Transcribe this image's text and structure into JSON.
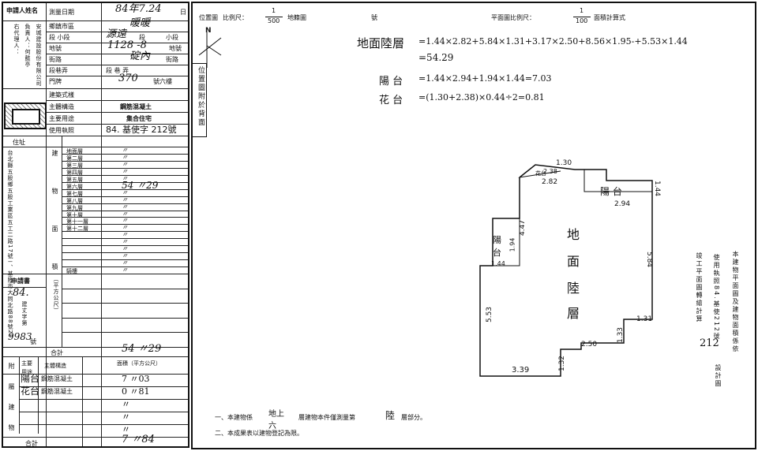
{
  "form": {
    "applicant_label": "申請人姓名",
    "date_label": "測量日期",
    "date_value": "84年7.24",
    "date_day": "日",
    "district_label": "鄉鎮市區",
    "district_value": "暖暖",
    "section_label": "段 小段",
    "section_value": "源遠",
    "section_unit": "段",
    "subsection_unit": "小段",
    "lot_label": "地號",
    "lot_value": "1128 -8",
    "lot_unit": "地號",
    "street_label": "街路",
    "street_value": "碇內",
    "street_unit": "街路",
    "lane_label": "段巷弄",
    "lane_value": "段 巷 弄",
    "door_label": "門牌",
    "door_value": "370",
    "door_unit": "號六樓",
    "company_vertical": "安城建設股份有限公司",
    "rep_vertical": "負責人：何懿亭",
    "agent_vertical": "右代理人：",
    "building_type_label": "建築式樣",
    "structure_label": "主體構造",
    "structure_value": "鋼筋混凝土",
    "use_label": "主要用途",
    "use_value": "集合住宅",
    "license_label": "使用執照",
    "license_value": "84. 基使字 212號",
    "address_label": "住址",
    "address_vertical": "台北縣五股鄉五股工業區五工二路17號ㄧ、基隆市大同北路88號2F",
    "floors_label": "建物面積",
    "floors": [
      {
        "name": "地面層",
        "value": "〃"
      },
      {
        "name": "第二層",
        "value": "〃"
      },
      {
        "name": "第三層",
        "value": "〃"
      },
      {
        "name": "第四層",
        "value": "〃"
      },
      {
        "name": "第五層",
        "value": "〃"
      },
      {
        "name": "第六層",
        "value": "54 〃29"
      },
      {
        "name": "第七層",
        "value": "〃"
      },
      {
        "name": "第八層",
        "value": "〃"
      },
      {
        "name": "第九層",
        "value": "〃"
      },
      {
        "name": "第十層",
        "value": "〃"
      },
      {
        "name": "第十一層",
        "value": "〃"
      },
      {
        "name": "第十二層",
        "value": "〃"
      },
      {
        "name": "",
        "value": "〃"
      },
      {
        "name": "",
        "value": "〃"
      },
      {
        "name": "",
        "value": "〃"
      },
      {
        "name": "",
        "value": "〃"
      },
      {
        "name": "",
        "value": "〃"
      },
      {
        "name": "騎樓",
        "value": "〃"
      }
    ],
    "unit_vertical": "（平方公尺）",
    "applicant_no_label": "申請書",
    "applicant_no_year": "84.",
    "applicant_no_type": "建丈字第",
    "applicant_no_value": "9983",
    "applicant_no_unit": "號",
    "total_label": "合計",
    "total_value": "54 〃29",
    "attached_label": "附屬建物",
    "attached_header_use": "主要用途",
    "attached_header_struct": "主體構造",
    "attached_header_area": "面積（平方公尺）",
    "attached": [
      {
        "use": "陽台",
        "struct": "鋼筋混凝土",
        "area": "7 〃03"
      },
      {
        "use": "花台",
        "struct": "鋼筋混凝土",
        "area": "0 〃81"
      },
      {
        "use": "",
        "struct": "",
        "area": "〃"
      },
      {
        "use": "",
        "struct": "",
        "area": "〃"
      },
      {
        "use": "",
        "struct": "",
        "area": "〃"
      }
    ],
    "attached_total_label": "合計",
    "attached_total_value": "7 〃84"
  },
  "header": {
    "location_label": "位置圖",
    "scale_label": "比例尺：",
    "scale_num": "1",
    "scale_den": "500",
    "scale_suffix": "地籍圖",
    "number_label": "號",
    "plan_label": "平面圖比例尺：",
    "plan_num": "1",
    "plan_den": "100",
    "plan_suffix": "面積計算式",
    "north": "N",
    "location_note": "位置圖附於背面"
  },
  "formulas": {
    "ground_label": "地面陸層",
    "ground_expr": "=1.44×2.82+5.84×1.31+3.17×2.50+8.56×1.95-+5.53×1.44",
    "ground_result": "=54.29",
    "balcony_label": "陽 台",
    "balcony_expr": "=1.44×2.94+1.94×1.44=7.03",
    "planter_label": "花 台",
    "planter_expr": "=(1.30+2.38)×0.44÷2=0.81"
  },
  "plan": {
    "dims": [
      "1.30",
      "2.38",
      "2.82",
      "1.44",
      "2.94",
      "4.47",
      "1.94",
      "1.44",
      "5.84",
      "5.53",
      "1.31",
      "1.33",
      "2.50",
      "1.32",
      "3.39"
    ],
    "floor_text": [
      "地",
      "面",
      "陸",
      "層"
    ],
    "balcony_right": "陽 台",
    "balcony_left": "陽 台",
    "planter": "花台"
  },
  "notes": {
    "note1_prefix": "一、本建物係",
    "note1_floors": "地上六",
    "note1_mid": "層建物本件僅測量第",
    "note1_floor": "陸",
    "note1_suffix": "層部分。",
    "note2": "二、本成果表以建物登記為限。"
  },
  "right_block": {
    "line1": "本建物平面圖及建物面積係依",
    "line2": "使用執照84.基使212號",
    "line3": "竣工平面圖轉繪計算",
    "line4": "設計圖",
    "num": "212"
  }
}
